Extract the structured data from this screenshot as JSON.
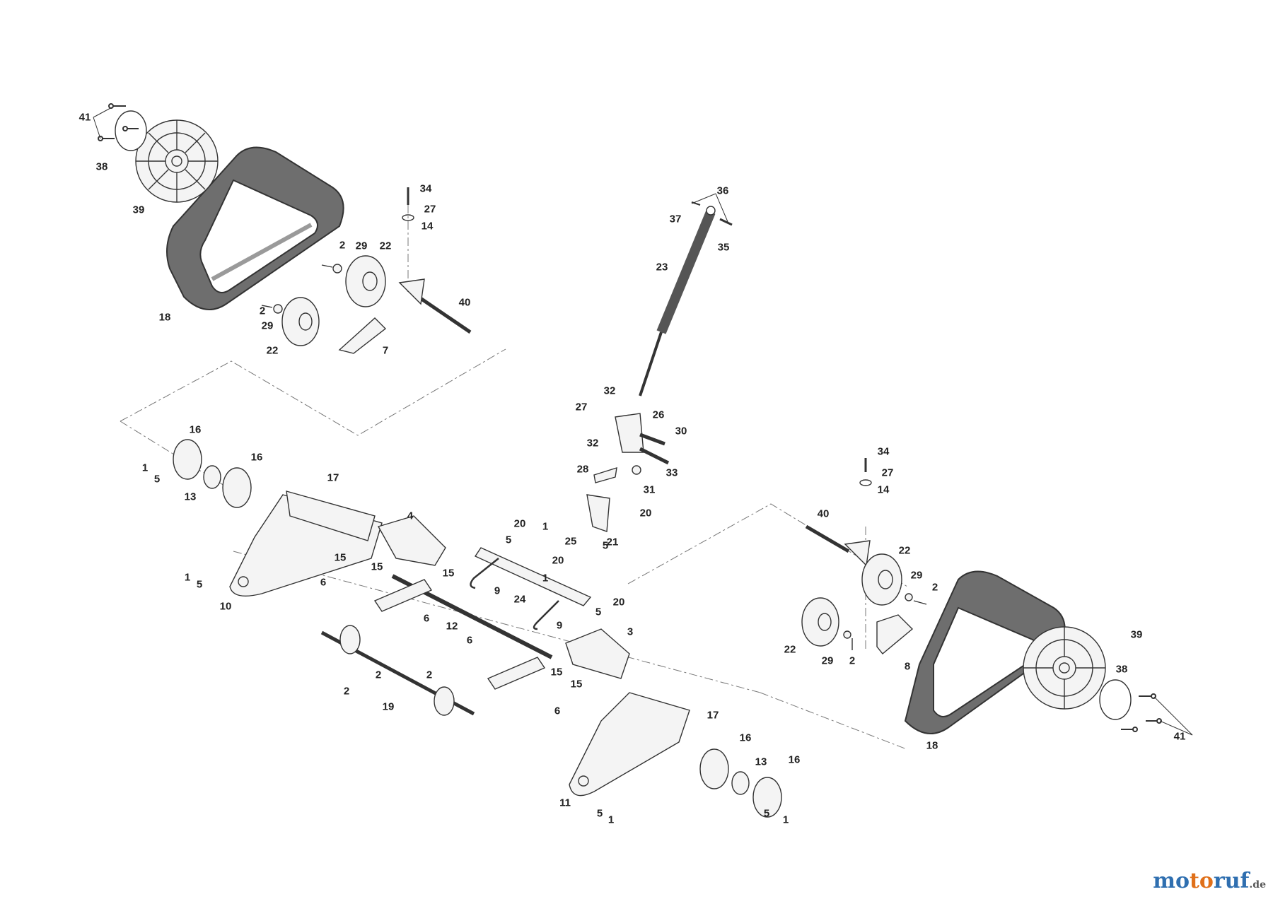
{
  "callouts": [
    {
      "id": "41"
    },
    {
      "id": "38"
    },
    {
      "id": "39"
    },
    {
      "id": "18"
    },
    {
      "id": "2"
    },
    {
      "id": "29"
    },
    {
      "id": "22"
    },
    {
      "id": "34"
    },
    {
      "id": "27"
    },
    {
      "id": "14"
    },
    {
      "id": "40"
    },
    {
      "id": "7"
    },
    {
      "id": "36"
    },
    {
      "id": "37"
    },
    {
      "id": "35"
    },
    {
      "id": "23"
    },
    {
      "id": "32"
    },
    {
      "id": "26"
    },
    {
      "id": "30"
    },
    {
      "id": "33"
    },
    {
      "id": "28"
    },
    {
      "id": "31"
    },
    {
      "id": "20"
    },
    {
      "id": "25"
    },
    {
      "id": "21"
    },
    {
      "id": "16"
    },
    {
      "id": "1"
    },
    {
      "id": "5"
    },
    {
      "id": "13"
    },
    {
      "id": "17"
    },
    {
      "id": "4"
    },
    {
      "id": "15"
    },
    {
      "id": "10"
    },
    {
      "id": "6"
    },
    {
      "id": "12"
    },
    {
      "id": "9"
    },
    {
      "id": "24"
    },
    {
      "id": "3"
    },
    {
      "id": "19"
    },
    {
      "id": "11"
    },
    {
      "id": "8"
    }
  ],
  "watermark": {
    "part1": "mo",
    "part2": "to",
    "part3": "ruf",
    "part4": ".de"
  },
  "colors": {
    "line": "#333333",
    "belt": "#6e6e6e",
    "belt_inner": "#9a9a9a",
    "fill": "#f4f4f4"
  }
}
